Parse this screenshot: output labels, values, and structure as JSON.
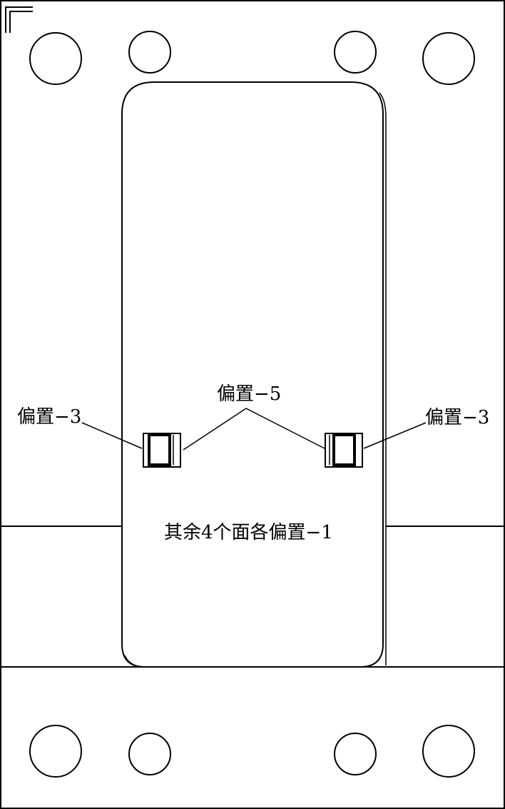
{
  "labels": {
    "offset_left": "偏置−3",
    "offset_center": "偏置−5",
    "offset_right": "偏置−3",
    "remaining_faces": "其余4个面各偏置−1"
  }
}
